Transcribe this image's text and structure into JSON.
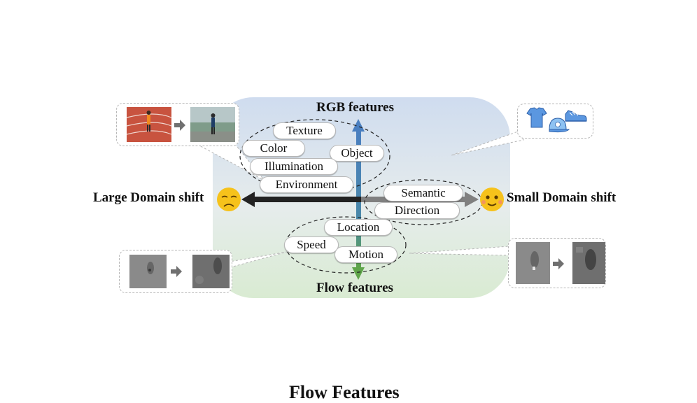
{
  "title_rgb": "RGB features",
  "title_flow": "Flow features",
  "label_large": "Large Domain shift",
  "label_small": "Small Domain shift",
  "rgb_attributes": [
    "Texture",
    "Color",
    "Object",
    "Illumination",
    "Environment"
  ],
  "shared_attributes": [
    "Semantic",
    "Direction"
  ],
  "flow_attributes": [
    "Location",
    "Speed",
    "Motion"
  ],
  "caption_fragment": "Flow Features",
  "colors": {
    "rgb_arrow": "#4a7fc0",
    "flow_arrow": "#5fa54a",
    "large_arrow": "#222222",
    "small_arrow": "#808080",
    "emoji": "#f6c21b"
  },
  "icons": [
    "sad-face-icon",
    "smiling-face-icon",
    "tshirt-icon",
    "cap-icon",
    "sneaker-icon",
    "right-arrow-icon"
  ]
}
